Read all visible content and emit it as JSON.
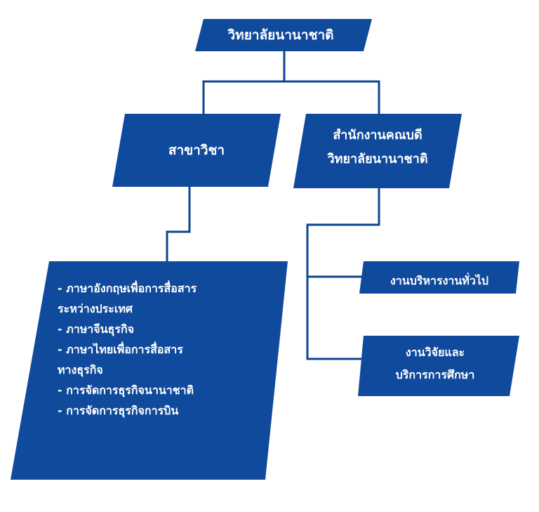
{
  "diagram": {
    "root": {
      "label": "วิทยาลัยนานาชาติ"
    },
    "branch": {
      "label": "สาขาวิชา"
    },
    "office": {
      "line1": "สำนักงานคณบดี",
      "line2": "วิทยาลัยนานาชาติ"
    },
    "programs": [
      "- ภาษาอังกฤษเพื่อการสื่อสาร",
      "ระหว่างประเทศ",
      "- ภาษาจีนธุรกิจ",
      "- ภาษาไทยเพื่อการสื่อสาร",
      "ทางธุรกิจ",
      "- การจัดการธุรกิจนานาชาติ",
      "- การจัดการธุรกิจการบิน"
    ],
    "unit_general": {
      "label": "งานบริหารงานทั่วไป"
    },
    "unit_research": {
      "line1": "งานวิจัยและ",
      "line2": "บริการการศึกษา"
    },
    "colors": {
      "box": "#104A9C",
      "line": "#0E4591",
      "text": "#FFFFFF"
    }
  }
}
